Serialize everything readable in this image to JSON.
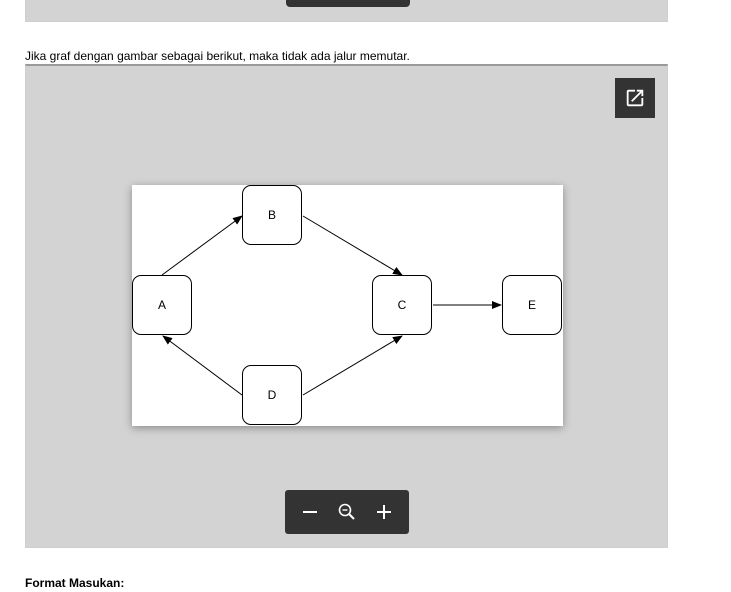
{
  "intro_text": "Jika graf dengan gambar sebagai berikut, maka tidak ada jalur memutar.",
  "graph": {
    "nodes": [
      "A",
      "B",
      "C",
      "D",
      "E"
    ],
    "edges": [
      [
        "A",
        "B"
      ],
      [
        "B",
        "C"
      ],
      [
        "C",
        "E"
      ],
      [
        "D",
        "A"
      ],
      [
        "D",
        "C"
      ]
    ]
  },
  "icons": {
    "open": "open-in-new-icon",
    "zoom_out": "minus-icon",
    "zoom_reset": "zoom-out-magnifier-icon",
    "zoom_in": "plus-icon"
  },
  "colors": {
    "viewer_bg": "#d3d3d3",
    "toolbar_bg": "#333333",
    "icon_color": "#ffffff"
  },
  "section_heading": "Format Masukan:"
}
